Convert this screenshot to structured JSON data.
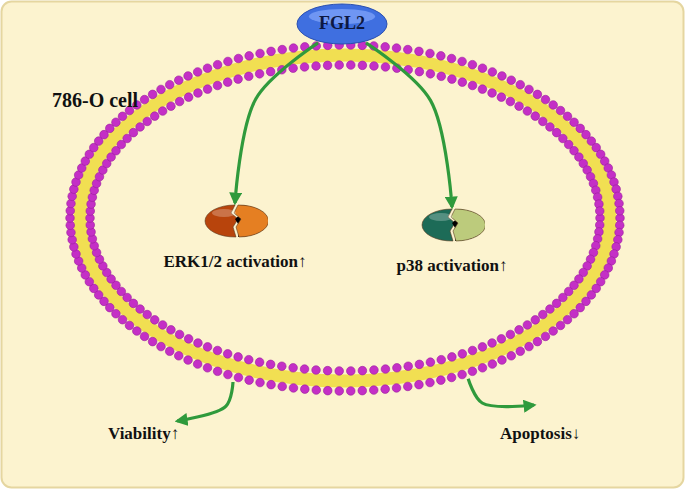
{
  "diagram": {
    "nodes": [
      {
        "text": [
          "786-O cell"
        ]
      },
      {
        "text": [
          "FGL2"
        ]
      },
      {
        "text": [
          "ERK1/2 activation↑"
        ],
        "in": 0
      },
      {
        "text": [
          "p38 activation↑"
        ],
        "in": 0
      },
      {
        "text": [
          "Viability↑"
        ]
      },
      {
        "text": [
          "Apoptosis↓"
        ]
      }
    ],
    "edges": [
      {
        "from": 1,
        "to": 2,
        "arrow": "to"
      },
      {
        "from": 1,
        "to": 3,
        "arrow": "to"
      },
      {
        "from": 0,
        "to": 4,
        "arrow": "to"
      },
      {
        "from": 0,
        "to": 5,
        "arrow": "to"
      }
    ]
  }
}
